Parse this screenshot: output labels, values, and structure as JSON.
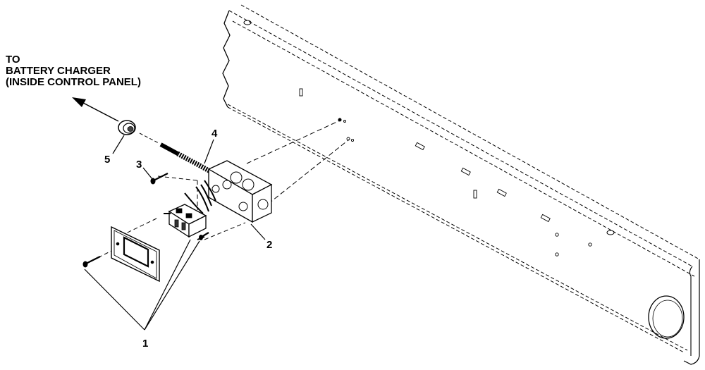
{
  "note": {
    "line1": "TO",
    "line2": "BATTERY CHARGER",
    "line3": "(INSIDE CONTROL PANEL)"
  },
  "callouts": {
    "c1": "1",
    "c2": "2",
    "c3": "3",
    "c4": "4",
    "c5": "5"
  }
}
